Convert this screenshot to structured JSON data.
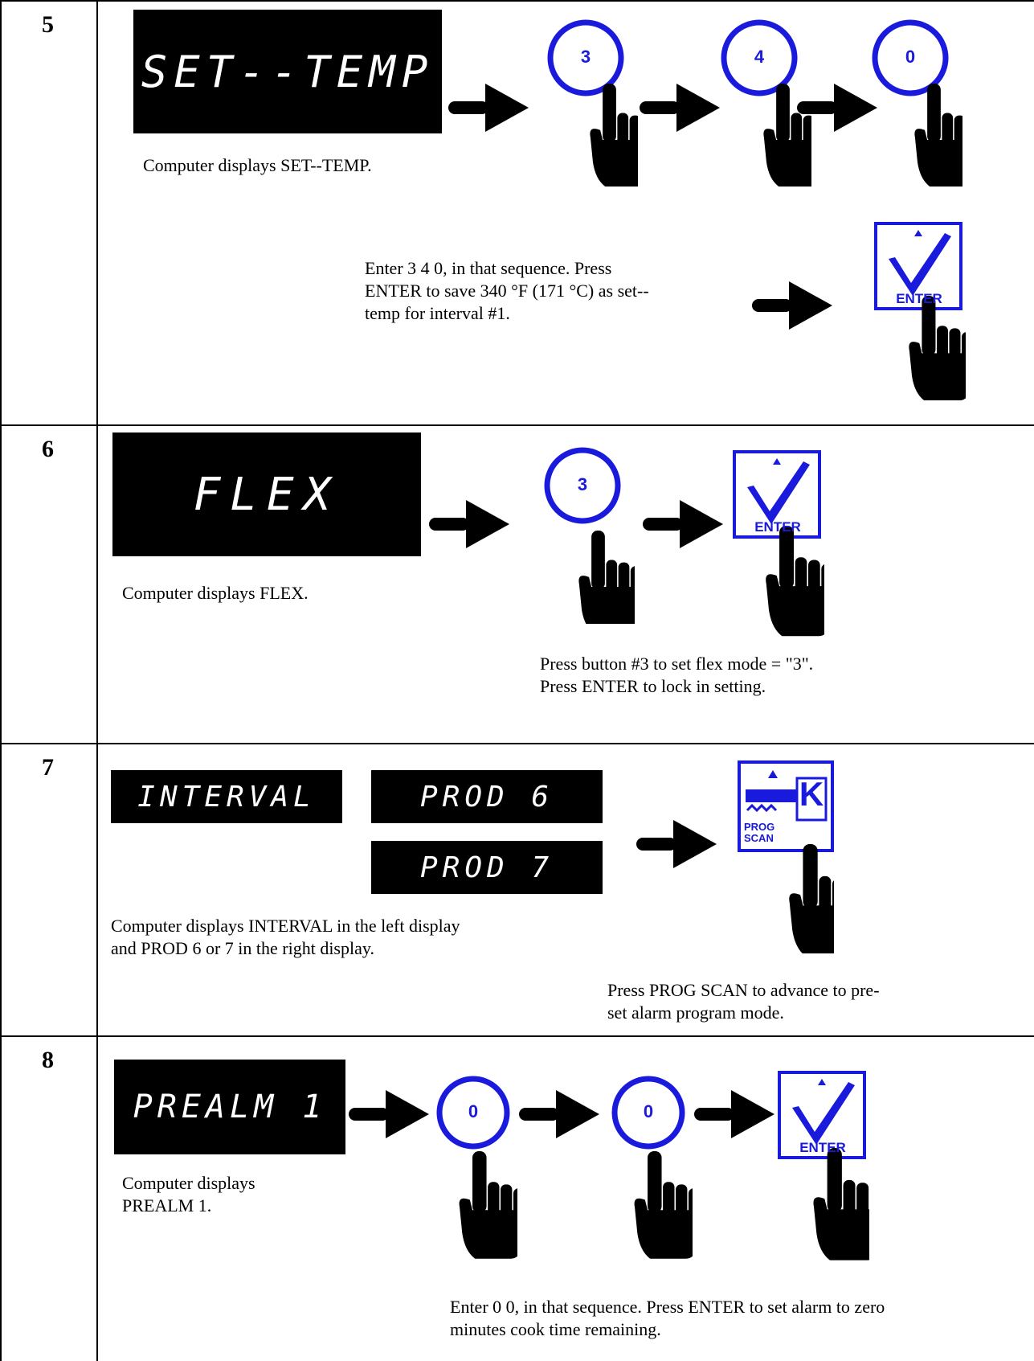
{
  "steps": [
    {
      "number": "5",
      "display": "SET--TEMP",
      "caption": "Computer displays SET--TEMP.",
      "buttons": [
        "3",
        "4",
        "0"
      ],
      "instruction": [
        "Enter 3 4 0, in that sequence.  Press",
        "ENTER to save 340 °F (171 °C) as set--",
        "temp for interval #1."
      ],
      "enter_label": "ENTER"
    },
    {
      "number": "6",
      "display": "FLEX",
      "caption": "Computer displays FLEX.",
      "buttons": [
        "3"
      ],
      "instruction": [
        "Press button #3 to set flex mode = \"3\".",
        "Press ENTER to lock in setting."
      ],
      "enter_label": "ENTER"
    },
    {
      "number": "7",
      "display_left": "INTERVAL",
      "display_right_top": "PROD 6",
      "display_right_bottom": "PROD 7",
      "caption": [
        "Computer displays INTERVAL in the left display",
        "and PROD 6 or 7 in the right display."
      ],
      "instruction": [
        "Press PROG SCAN to advance to pre-",
        "set alarm program mode."
      ],
      "prog_label_1": "PROG",
      "prog_label_2": "SCAN",
      "prog_key_letter": "K"
    },
    {
      "number": "8",
      "display": "PREALM 1",
      "caption": [
        "Computer displays",
        "PREALM 1."
      ],
      "buttons": [
        "0",
        "0"
      ],
      "instruction": [
        "Enter 0 0, in that sequence.  Press ENTER to set alarm to zero",
        "minutes cook time remaining."
      ],
      "enter_label": "ENTER"
    }
  ],
  "colors": {
    "button_ring": "#1a1adc",
    "lcd_bg": "#000000",
    "lcd_text": "#ffffff"
  },
  "icons": [
    "numeric-button-icon",
    "pointing-hand-icon",
    "arrow-right-icon",
    "enter-check-icon",
    "prog-scan-key-icon"
  ]
}
